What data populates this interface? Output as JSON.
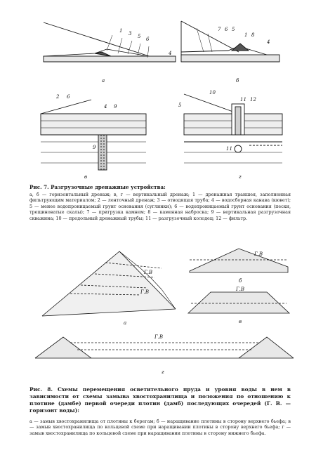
{
  "figure7": {
    "panel_labels": [
      "а",
      "б",
      "в",
      "г"
    ],
    "numbers": [
      "1",
      "2",
      "3",
      "4",
      "5",
      "6",
      "7",
      "8",
      "9",
      "10",
      "11",
      "12"
    ],
    "caption_title": "Рис. 7. Разгрузочные дренажные устройства:",
    "caption_body": "а, б — горизонтальный дренаж; в, г — вертикальный дренаж; 1 — дренажная траншея, заполненная фильтрующим материалом; 2 — ленточный дренаж; 3 — отводящая труба; 4 — водосборная канава (кювет); 5 — менее водопроницаемый грунт основания (суглинки); 6 — водопроницаемый грунт основания (пески, трещиноватые скалы); 7 — пригрузка камнем; 8 — каменная наброска; 9 — вертикальная разгрузочная скважина; 10 — продольный дренажный трубы; 11 — разгрузочный колодец; 12 — фильтр."
  },
  "figure8": {
    "panel_labels": [
      "а",
      "б",
      "в",
      "г"
    ],
    "water_level_labels": [
      "Г.В",
      "Г.В",
      "Г.В",
      "Г.В",
      "Г.В"
    ],
    "caption_title": "Рис. 8. Схемы перемещения осветительного пруда и уровня воды в нем в зависимости от схемы замыва хвостохранилища и положения по отношению к плотине (дамбе) первой очереди плотин (дамб) последующих очередей (Г. В. — горизонт воды):",
    "caption_body": "а — замыв хвостохранилища от плотины к берегам; б — наращивание плотины в сторону верхнего бьефа; в — замыв хвостохранилища по кольцевой схеме при наращивании плотины в сторону верхнего бьефа; г — замыв хвостохранилища по кольцевой схеме при наращивании плотины в сторону нижнего бьефа."
  }
}
